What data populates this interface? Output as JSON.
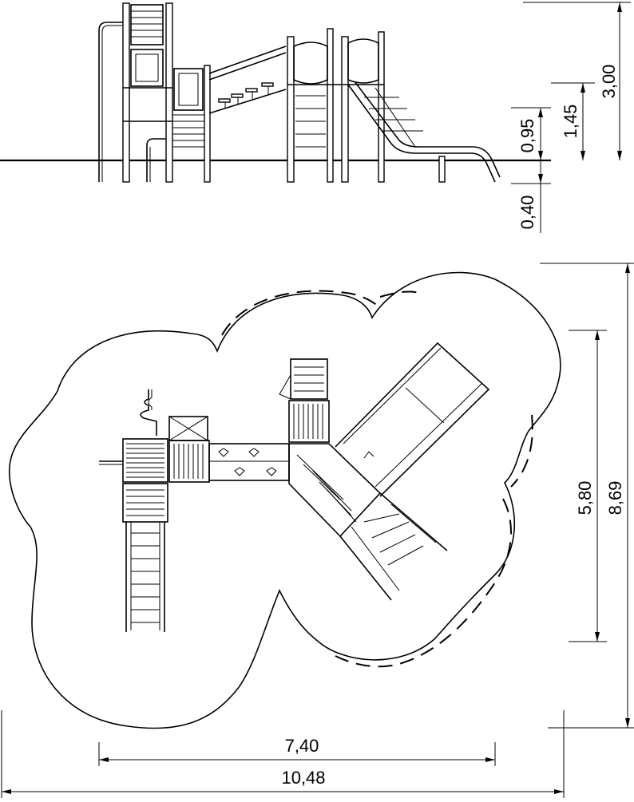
{
  "elevation": {
    "dims": {
      "total_height": "3,00",
      "platform_high": "1,45",
      "platform_low": "0,95",
      "foundation_depth": "0,40"
    }
  },
  "plan": {
    "dims": {
      "equipment_width": "7,40",
      "safety_width": "10,48",
      "equipment_depth": "5,80",
      "safety_depth": "8,69"
    }
  }
}
